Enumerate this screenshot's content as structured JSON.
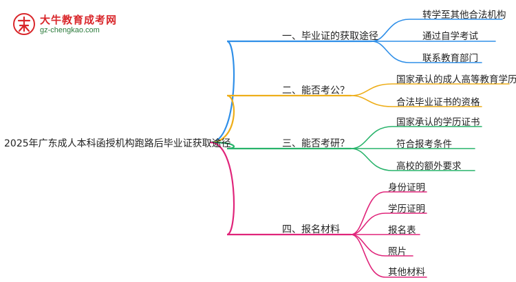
{
  "logo": {
    "title": "大牛教育成考网",
    "url": "gz-chengkao.com"
  },
  "root": "2025年广东成人本科函授机构跑路后毕业证获取途径",
  "branches": [
    {
      "label": "一、毕业证的获取途径",
      "color": "#2f8fe8",
      "leaves": [
        "转学至其他合法机构",
        "通过自学考试",
        "联系教育部门"
      ]
    },
    {
      "label": "二、能否考公？",
      "color": "#eeae1a",
      "leaves": [
        "国家承认的成人高等教育学历",
        "合法毕业证书的资格"
      ]
    },
    {
      "label": "三、能否考研？",
      "color": "#27b36a",
      "leaves": [
        "国家承认的学历证书",
        "符合报考条件",
        "高校的额外要求"
      ]
    },
    {
      "label": "四、报名材料",
      "color": "#e0247a",
      "leaves": [
        "身份证明",
        "学历证明",
        "报名表",
        "照片",
        "其他材料"
      ]
    }
  ]
}
